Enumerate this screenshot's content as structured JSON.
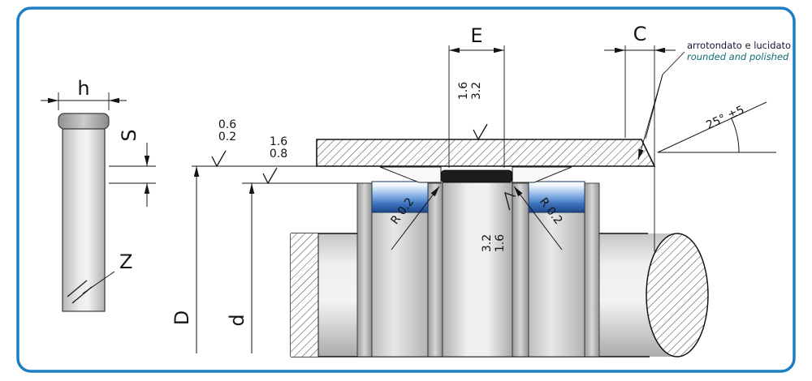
{
  "drawing": {
    "labels": {
      "h": "h",
      "s": "S",
      "z": "Z",
      "e": "E",
      "c": "C",
      "d_outer": "D",
      "d_inner": "d"
    },
    "roughness": {
      "bore_top": "0.6",
      "bore_bottom": "0.2",
      "seat_top": "1.6",
      "seat_bottom": "0.8",
      "side_a": "1.6",
      "side_b": "3.2",
      "bottom_a": "3.2",
      "bottom_b": "1.6"
    },
    "radius": {
      "left": "R 0.2",
      "right": "R 0.2"
    },
    "angle": "25° ±5",
    "note": {
      "line1": "arrotondato e lucidato",
      "line2": "rounded and polished"
    },
    "colors": {
      "border": "#1b7ec2",
      "seal_blue": "#3f74c0",
      "line": "#141414"
    }
  }
}
